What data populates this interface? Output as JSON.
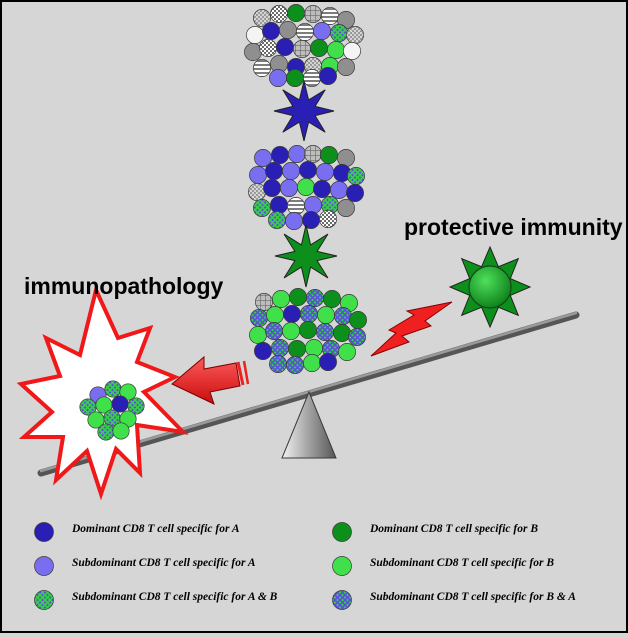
{
  "labels": {
    "protective": "protective immunity",
    "immunopathology": "immunopathology"
  },
  "colors": {
    "background": "#d6d6d6",
    "frame": "#000000",
    "dominant_a": "#2a1fb4",
    "subdominant_a": "#7a6ef0",
    "dominant_b": "#0d8f1c",
    "subdominant_b": "#3fe04a",
    "gray_cell": "#8f8f8f",
    "arrow_red": "#f02020"
  },
  "legend": [
    {
      "text": "Dominant CD8 T cell specific for A",
      "kind": "dominant_a"
    },
    {
      "text": "Dominant CD8 T cell specific for B",
      "kind": "dominant_b"
    },
    {
      "text": "Subdominant CD8 T cell specific for A",
      "kind": "subdominant_a"
    },
    {
      "text": "Subdominant CD8 T cell specific for B",
      "kind": "subdominant_b"
    },
    {
      "text": "Subdominant CD8 T cell specific for A & B",
      "kind": "crossreactive_ab"
    },
    {
      "text": "Subdominant CD8 T cell specific for B & A",
      "kind": "crossreactive_ba"
    }
  ]
}
